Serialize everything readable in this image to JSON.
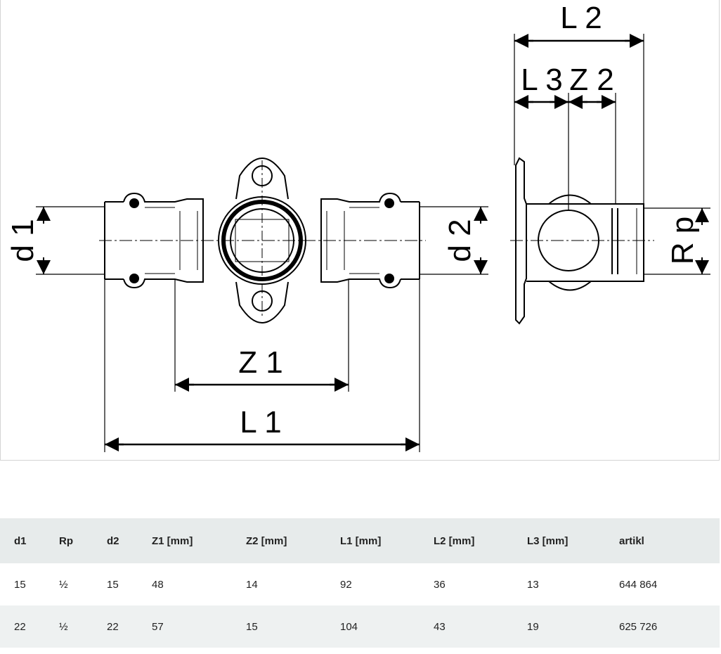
{
  "drawing": {
    "labels": {
      "d1": "d 1",
      "d2": "d 2",
      "Rp": "R p",
      "Z1": "Z 1",
      "L1": "L 1",
      "L2": "L 2",
      "L3": "L 3",
      "Z2": "Z 2"
    }
  },
  "table": {
    "headers": [
      "d1",
      "Rp",
      "d2",
      "Z1 [mm]",
      "Z2 [mm]",
      "L1 [mm]",
      "L2 [mm]",
      "L3 [mm]",
      "artikl"
    ],
    "rows": [
      [
        "15",
        "½",
        "15",
        "48",
        "14",
        "92",
        "36",
        "13",
        "644 864"
      ],
      [
        "22",
        "½",
        "22",
        "57",
        "15",
        "104",
        "43",
        "19",
        "625 726"
      ]
    ]
  }
}
